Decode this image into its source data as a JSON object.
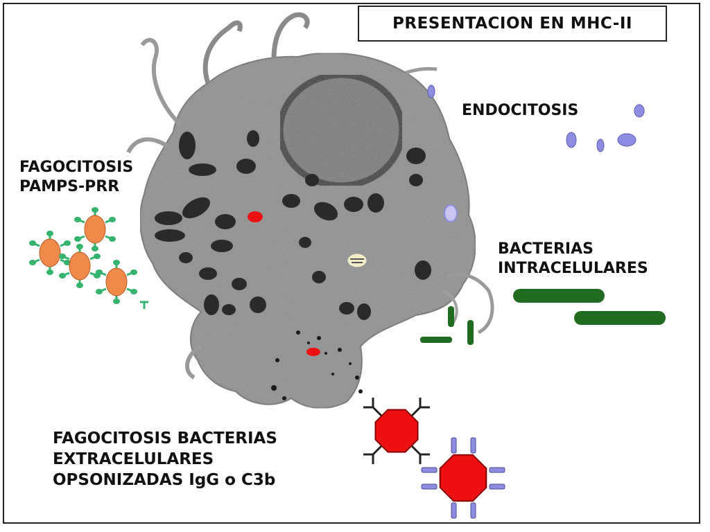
{
  "diagram": {
    "title": "PRESENTACION EN MHC-II",
    "labels": {
      "endocitosis": "ENDOCITOSIS",
      "fagocitosis_pamps": [
        "FAGOCITOSIS",
        "PAMPS-PRR"
      ],
      "bacterias_intracelulares": [
        "BACTERIAS",
        "INTRACELULARES"
      ],
      "fagocitosis_opsonizadas": [
        "FAGOCITOSIS BACTERIAS",
        "EXTRACELULARES",
        "OPSONIZADAS IgG o C3b"
      ]
    },
    "colors": {
      "cell_body": "#8a8a8a",
      "nucleus": "#6e6e6e",
      "mitochondria": "#2a2a2a",
      "endocytic_vesicle": "#8c8ce0",
      "pamp_bacterium": "#f08a4b",
      "prr_receptor": "#33b36b",
      "intracellular_bacterium": "#1f6b1f",
      "opsonized_bacterium": "#ee1111",
      "igg_antibody": "#222222",
      "c3b_receptor": "#8c8ce0"
    }
  }
}
